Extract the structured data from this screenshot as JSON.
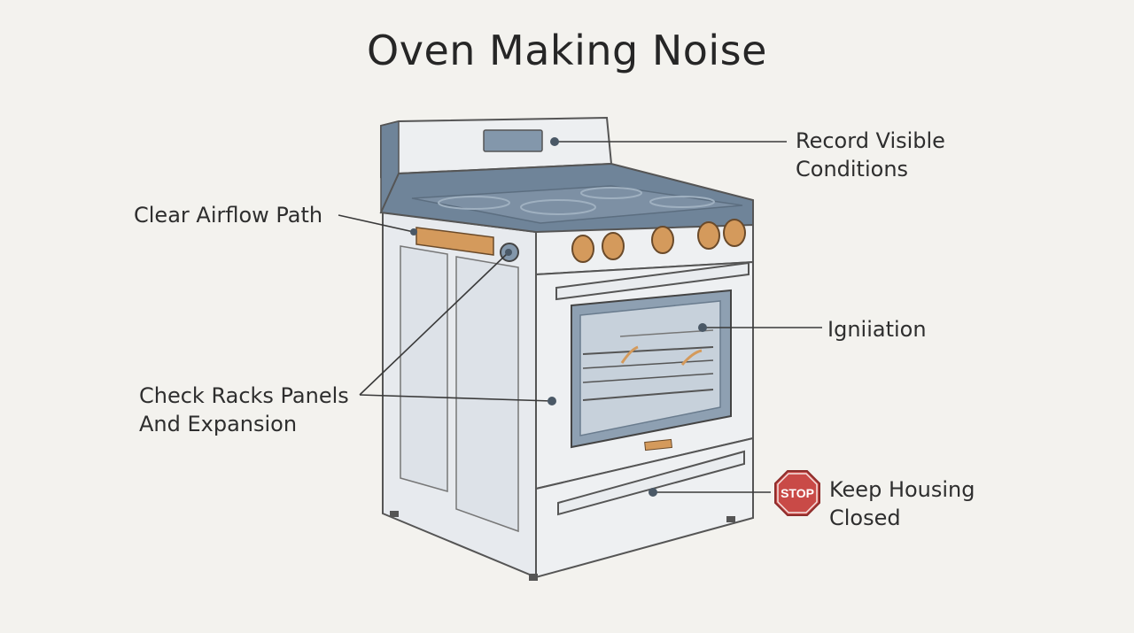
{
  "title": "Oven Making Noise",
  "callouts": {
    "record_visible": {
      "line1": "Record Visible",
      "line2": "Conditions"
    },
    "clear_airflow": {
      "line1": "Clear Airflow Path"
    },
    "ignition": {
      "line1": "Igniiation"
    },
    "check_racks": {
      "line1": "Check Racks Panels",
      "line2": "And Expansion"
    },
    "keep_housing": {
      "line1": "Keep Housing",
      "line2": "Closed"
    }
  },
  "stop_sign": {
    "text": "STOP",
    "color": "#c94a47"
  },
  "colors": {
    "background": "#f3f2ee",
    "oven_body": "#e4e8ed",
    "cooktop": "#6f8499",
    "knob": "#d49a5c",
    "window": "#8ea0b2",
    "line": "#3a3a3a"
  }
}
